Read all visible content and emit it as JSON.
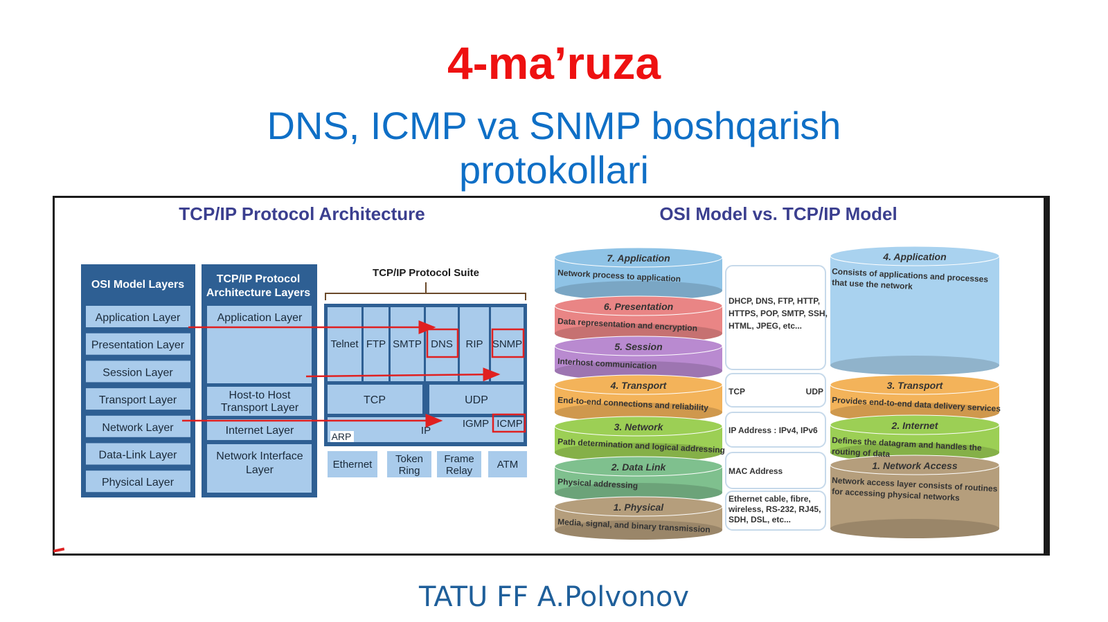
{
  "title": "4-ma’ruza",
  "subtitle_line1": "DNS, ICMP va SNMP boshqarish",
  "subtitle_line2": "protokollari",
  "footer": "TATU FF A.Polvonov",
  "left_diagram": {
    "heading": "TCP/IP Protocol Architecture",
    "osi_header": "OSI Model Layers",
    "osi_layers": [
      "Application Layer",
      "Presentation Layer",
      "Session Layer",
      "Transport Layer",
      "Network Layer",
      "Data-Link Layer",
      "Physical Layer"
    ],
    "tcpip_header_l1": "TCP/IP Protocol",
    "tcpip_header_l2": "Architecture Layers",
    "tcpip_layers": {
      "application": "Application Layer",
      "transport_l1": "Host-to Host",
      "transport_l2": "Transport Layer",
      "internet": "Internet Layer",
      "netif_l1": "Network Interface",
      "netif_l2": "Layer"
    },
    "suite_label": "TCP/IP Protocol Suite",
    "app_protocols": [
      "Telnet",
      "FTP",
      "SMTP",
      "DNS",
      "RIP",
      "SNMP"
    ],
    "tcp": "TCP",
    "udp": "UDP",
    "igmp": "IGMP",
    "icmp": "ICMP",
    "ip": "IP",
    "arp": "ARP",
    "link_l1": [
      "Ethernet",
      "Token",
      "Frame",
      "ATM"
    ],
    "link_l2": [
      "",
      "Ring",
      "Relay",
      ""
    ]
  },
  "right_diagram": {
    "heading": "OSI Model vs. TCP/IP Model",
    "osi": [
      {
        "name": "7. Application",
        "desc": "Network process to application",
        "color": "#8fc3e6"
      },
      {
        "name": "6. Presentation",
        "desc": "Data representation and encryption",
        "color": "#e98585"
      },
      {
        "name": "5. Session",
        "desc": "Interhost communication",
        "color": "#b98ad0"
      },
      {
        "name": "4. Transport",
        "desc": "End-to-end connections and reliability",
        "color": "#f3b35a"
      },
      {
        "name": "3. Network",
        "desc": "Path determination and logical addressing",
        "color": "#9ccf55"
      },
      {
        "name": "2. Data Link",
        "desc": "Physical addressing",
        "color": "#7fc08e"
      },
      {
        "name": "1. Physical",
        "desc": "Media, signal, and binary transmission",
        "color": "#b59e7c"
      }
    ],
    "middle": {
      "app": [
        "DHCP, DNS, FTP, HTTP,",
        "HTTPS, POP, SMTP, SSH,",
        "HTML, JPEG, etc..."
      ],
      "transport_left": "TCP",
      "transport_right": "UDP",
      "network": "IP Address : IPv4, IPv6",
      "datalink": "MAC Address",
      "physical": [
        "Ethernet cable, fibre,",
        "wireless, RS-232, RJ45,",
        "SDH, DSL, etc..."
      ]
    },
    "tcpip": [
      {
        "name": "4. Application",
        "desc": [
          "Consists of applications and processes",
          "that use the network"
        ],
        "color": "#a9d2ef"
      },
      {
        "name": "3. Transport",
        "desc": [
          "Provides end-to-end data delivery services"
        ],
        "color": "#f3b35a"
      },
      {
        "name": "2. Internet",
        "desc": [
          "Defines the datagram and handles the",
          "routing of data"
        ],
        "color": "#9ccf55"
      },
      {
        "name": "1. Network Access",
        "desc": [
          "Network access layer consists of routines",
          "for accessing physical networks"
        ],
        "color": "#b59e7c"
      }
    ]
  },
  "colors": {
    "title": "#ee1111",
    "subtitle": "#0f6fc6",
    "footer": "#1f5f9a",
    "arch_border": "#2e5f93",
    "arch_fill": "#a9cbeb",
    "highlight": "#e02020"
  }
}
